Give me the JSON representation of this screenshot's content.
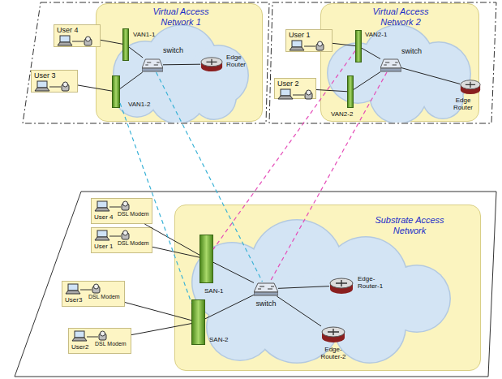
{
  "diagram": {
    "nodes": [
      {
        "text": [
          "Virtual Access Network 1"
        ]
      },
      {
        "text": [
          "User 4"
        ]
      },
      {
        "text": [
          "User 3"
        ]
      },
      {
        "text": [
          "VAN1-1"
        ],
        "in": 0
      },
      {
        "text": [
          "VAN1-2"
        ],
        "in": 0
      },
      {
        "text": [
          "switch"
        ],
        "in": 0
      },
      {
        "text": [
          "Edge Router"
        ],
        "in": 0
      },
      {
        "text": [
          "Virtual Access Network 2"
        ]
      },
      {
        "text": [
          "User 1"
        ]
      },
      {
        "text": [
          "User 2"
        ]
      },
      {
        "text": [
          "VAN2-1"
        ],
        "in": 7
      },
      {
        "text": [
          "VAN2-2"
        ],
        "in": 7
      },
      {
        "text": [
          "switch"
        ],
        "in": 7
      },
      {
        "text": [
          "Edge Router"
        ],
        "in": 7
      },
      {
        "text": [
          "Substrate Access Network"
        ]
      },
      {
        "text": [
          "User 4",
          "DSL Modem"
        ]
      },
      {
        "text": [
          "User 1",
          "DSL Modem"
        ]
      },
      {
        "text": [
          "User3",
          "DSL Modem"
        ]
      },
      {
        "text": [
          "User2",
          "DSL Modem"
        ]
      },
      {
        "text": [
          "SAN-1"
        ],
        "in": 14
      },
      {
        "text": [
          "SAN-2"
        ],
        "in": 14
      },
      {
        "text": [
          "switch"
        ],
        "in": 14
      },
      {
        "text": [
          "Edge- Router-1"
        ],
        "in": 14
      },
      {
        "text": [
          "Edge- Router-2"
        ],
        "in": 14
      }
    ],
    "edges": [
      {
        "from": 1,
        "to": 3,
        "arrow": "none"
      },
      {
        "from": 2,
        "to": 4,
        "arrow": "none"
      },
      {
        "from": 3,
        "to": 5,
        "arrow": "none"
      },
      {
        "from": 4,
        "to": 5,
        "arrow": "none"
      },
      {
        "from": 5,
        "to": 6,
        "arrow": "none"
      },
      {
        "from": 8,
        "to": 10,
        "arrow": "none"
      },
      {
        "from": 9,
        "to": 11,
        "arrow": "none"
      },
      {
        "from": 10,
        "to": 12,
        "arrow": "none"
      },
      {
        "from": 11,
        "to": 12,
        "arrow": "none"
      },
      {
        "from": 12,
        "to": 13,
        "arrow": "none"
      },
      {
        "from": 15,
        "to": 19,
        "arrow": "none"
      },
      {
        "from": 16,
        "to": 19,
        "arrow": "none"
      },
      {
        "from": 17,
        "to": 20,
        "arrow": "none"
      },
      {
        "from": 18,
        "to": 20,
        "arrow": "none"
      },
      {
        "from": 19,
        "to": 21,
        "arrow": "none"
      },
      {
        "from": 20,
        "to": 21,
        "arrow": "none"
      },
      {
        "from": 21,
        "to": 22,
        "arrow": "none"
      },
      {
        "from": 21,
        "to": 23,
        "arrow": "none"
      },
      {
        "from": 4,
        "to": 20,
        "arrow": "none"
      },
      {
        "from": 5,
        "to": 21,
        "arrow": "none"
      },
      {
        "from": 10,
        "to": 19,
        "arrow": "none"
      },
      {
        "from": 12,
        "to": 21,
        "arrow": "none"
      }
    ]
  }
}
